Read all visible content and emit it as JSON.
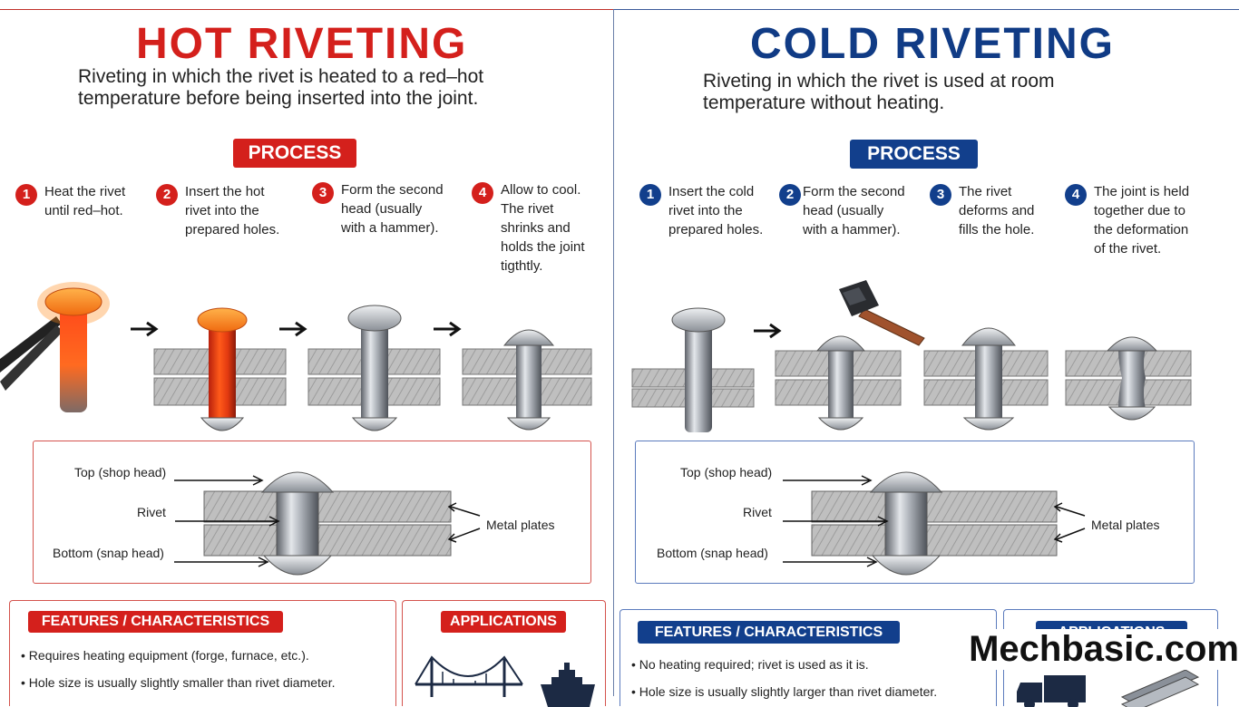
{
  "hot": {
    "title": "HOT RIVETING",
    "description": "Riveting in which the rivet is heated to a red–hot temperature before being inserted into the joint.",
    "process_label": "PROCESS",
    "steps": [
      {
        "n": "1",
        "text": "Heat the rivet until red–hot."
      },
      {
        "n": "2",
        "text": "Insert the hot rivet into the prepared holes."
      },
      {
        "n": "3",
        "text": "Form the second head (usually with a hammer)."
      },
      {
        "n": "4",
        "text": "Allow to cool. The rivet shrinks and holds the joint tigthtly."
      }
    ],
    "diagram": {
      "top_label": "Top (shop head)",
      "rivet_label": "Rivet",
      "bottom_label": "Bottom (snap head)",
      "plates_label": "Metal plates"
    },
    "features_label": "FEATURES / CHARACTERISTICS",
    "features": [
      "• Requires heating equipment (forge, furnace, etc.).",
      "• Hole size is usually slightly smaller than rivet diameter."
    ],
    "applications_label": "APPLICATIONS",
    "accent": "#d4201c"
  },
  "cold": {
    "title": "COLD RIVETING",
    "description": "Riveting in which the rivet is used at room temperature without heating.",
    "process_label": "PROCESS",
    "steps": [
      {
        "n": "1",
        "text": "Insert the cold rivet into the prepared holes."
      },
      {
        "n": "2",
        "text": "Form the second head (usually with a hammer)."
      },
      {
        "n": "3",
        "text": "The rivet deforms and fills the hole."
      },
      {
        "n": "4",
        "text": "The joint is held together due to the deformation of the rivet."
      }
    ],
    "diagram": {
      "top_label": "Top (shop head)",
      "rivet_label": "Rivet",
      "bottom_label": "Bottom (snap head)",
      "plates_label": "Metal plates"
    },
    "features_label": "FEATURES / CHARACTERISTICS",
    "features": [
      "• No heating required; rivet is used as it is.",
      "• Hole size is usually slightly larger than rivet diameter."
    ],
    "applications_label": "APPLICATIONS",
    "accent": "#123f8c"
  },
  "brand": "Mechbasic.com",
  "icons": [
    "arrow-right-icon",
    "tongs-icon",
    "hammer-icon",
    "bridge-icon",
    "ship-icon",
    "truck-icon",
    "steel-beam-icon"
  ]
}
